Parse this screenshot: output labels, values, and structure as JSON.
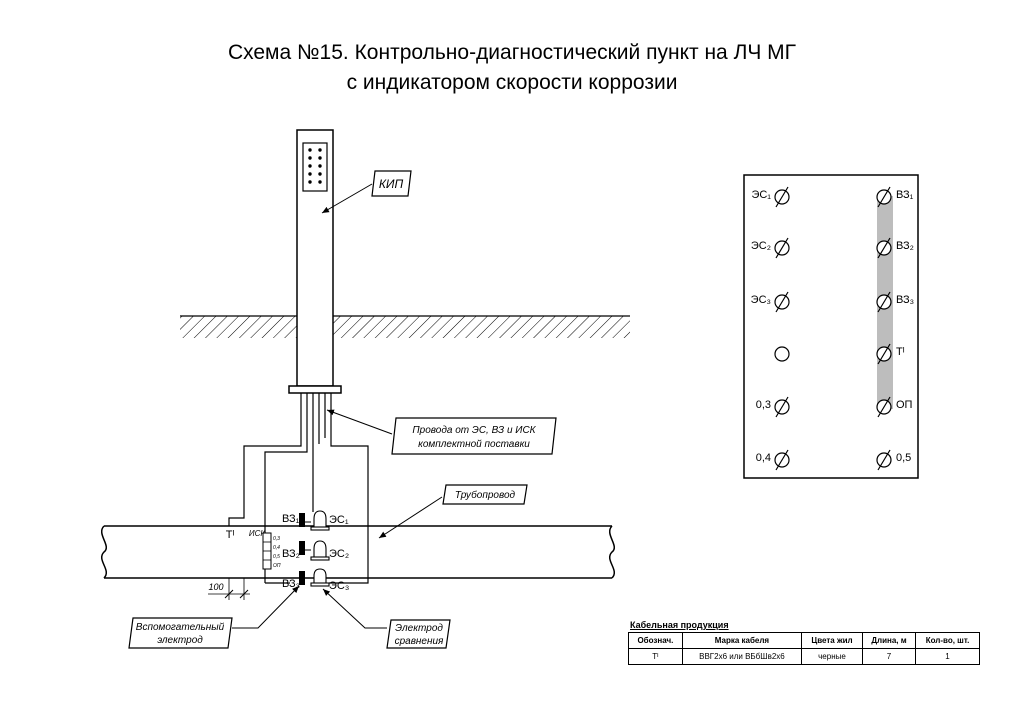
{
  "title": {
    "line1": "Схема №15. Контрольно-диагностический пункт на ЛЧ МГ",
    "line2": "с индикатором скорости коррозии"
  },
  "labels": {
    "kip": "КИП",
    "wires_line1": "Провода от ЭС, ВЗ и ИСК",
    "wires_line2": "комплектной поставки",
    "pipeline": "Трубопровод",
    "aux_electrode_line1": "Вспомогательный",
    "aux_electrode_line2": "электрод",
    "ref_electrode_line1": "Электрод",
    "ref_electrode_line2": "сравнения",
    "t_i": "Тᴵ",
    "isk": "ИСК",
    "dim_100": "100",
    "vz1": "ВЗ₁",
    "vz2": "ВЗ₂",
    "vz3": "ВЗ₃",
    "es1": "ЭС₁",
    "es2": "ЭС₂",
    "es3": "ЭС₃",
    "isk_taps": [
      "0,3",
      "0,4",
      "0,5",
      "ОП"
    ]
  },
  "terminal_panel": {
    "left": [
      "ЭС₁",
      "ЭС₂",
      "ЭС₃",
      "",
      "0,3",
      "0,4"
    ],
    "right": [
      "ВЗ₁",
      "ВЗ₂",
      "ВЗ₃",
      "Тᴵ",
      "ОП",
      "0,5"
    ]
  },
  "cable_table": {
    "caption": "Кабельная продукция",
    "headers": [
      "Обознач.",
      "Марка кабеля",
      "Цвета жил",
      "Длина, м",
      "Кол-во, шт."
    ],
    "rows": [
      [
        "Тᴵ",
        "ВВГ2х6 или ВБбШв2х6",
        "черные",
        "7",
        "1"
      ]
    ]
  },
  "colors": {
    "line": "#000000",
    "jumper": "#bdbdbd",
    "background": "#ffffff"
  }
}
